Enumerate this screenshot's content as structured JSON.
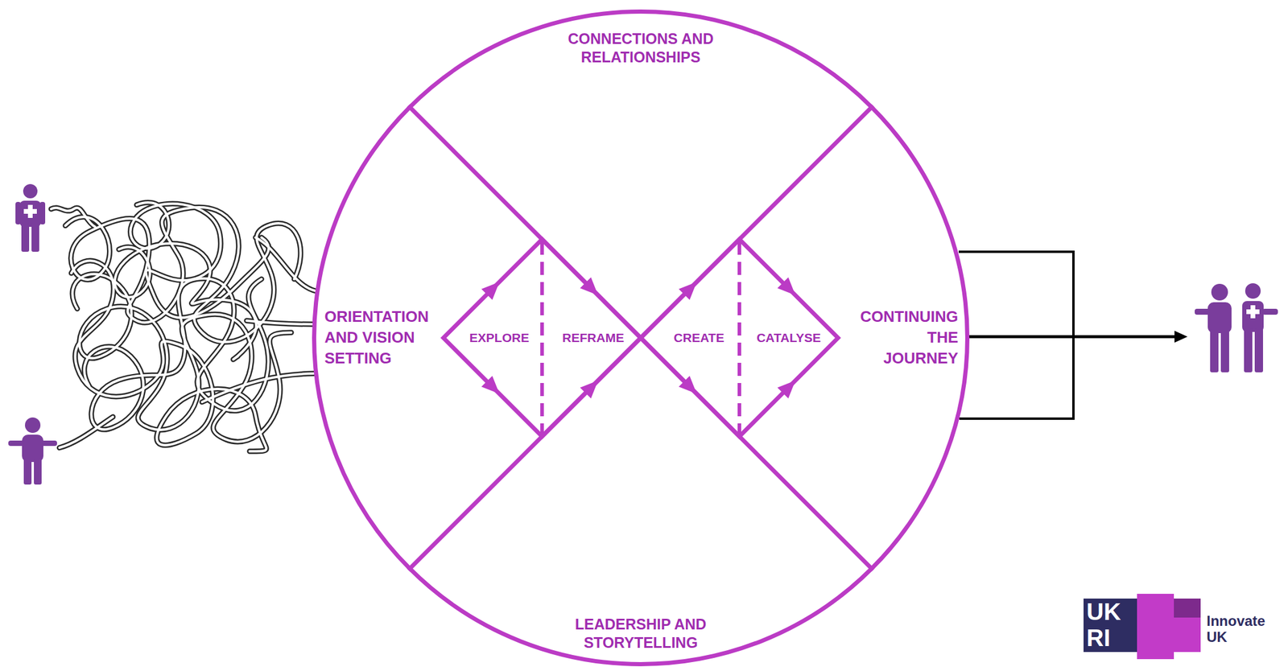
{
  "diagram": {
    "nodes": [
      {
        "text": [
          "CONNECTIONS AND RELATIONSHIPS",
          "ORIENTATION AND VISION SETTING",
          "CONTINUING THE JOURNEY",
          "LEADERSHIP AND STORYTELLING"
        ]
      },
      {
        "text": [
          "EXPLORE",
          "REFRAME"
        ],
        "in": 0
      },
      {
        "text": [
          "CREATE",
          "CATALYSE"
        ],
        "in": 0
      }
    ],
    "labels": [
      "UK",
      "RI",
      "Innovate UK"
    ]
  }
}
